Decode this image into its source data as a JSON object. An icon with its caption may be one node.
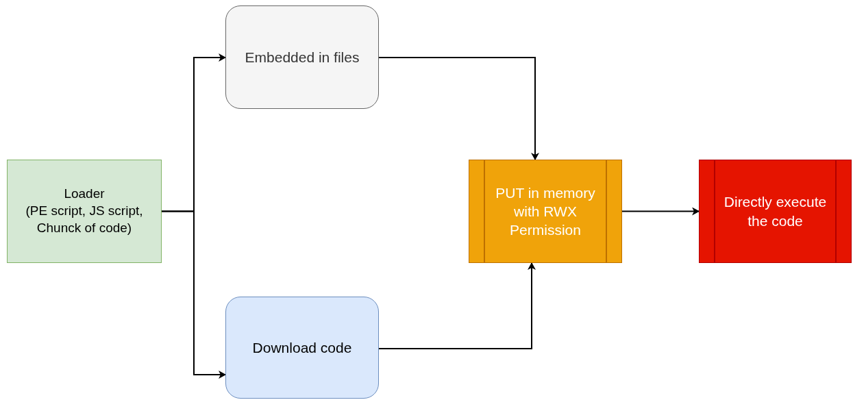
{
  "diagram": {
    "nodes": [
      {
        "text": [
          "Loader",
          "(PE script, JS script, Chunck of code)"
        ]
      },
      {
        "text": [
          "Embedded in files"
        ]
      },
      {
        "text": [
          "Download code"
        ]
      },
      {
        "text": [
          "PUT in memory with RWX Permission"
        ]
      },
      {
        "text": [
          "Directly execute the code"
        ]
      }
    ],
    "edges": [
      {
        "from": 0,
        "to": 1,
        "arrow": "to"
      },
      {
        "from": 0,
        "to": 2,
        "arrow": "to"
      },
      {
        "from": 1,
        "to": 3,
        "arrow": "to"
      },
      {
        "from": 2,
        "to": 3,
        "arrow": "to"
      },
      {
        "from": 3,
        "to": 4,
        "arrow": "to"
      }
    ]
  }
}
